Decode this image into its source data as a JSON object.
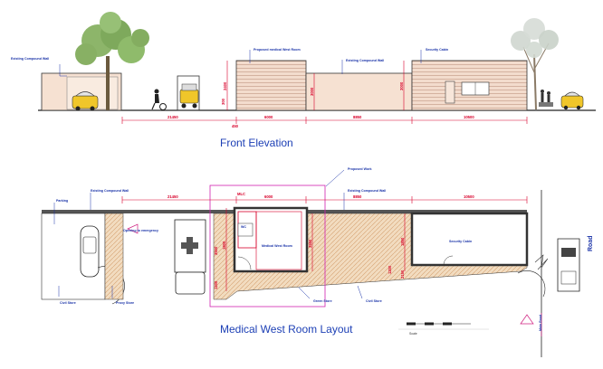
{
  "elevation": {
    "title": "Front Elevation",
    "labels": {
      "existing_compound_wall_left": "Existing Compound Wall",
      "proposed_medical_west_room": "Proposed medical West Room",
      "existing_compound_wall_mid": "Existing Compound Wall",
      "security_cabin": "Security Cabin"
    },
    "dims": {
      "d1": "21450",
      "d2": "6000",
      "d3": "8850",
      "d4": "10500",
      "d5": "450",
      "h1": "2400",
      "h2": "3000",
      "h3": "3000",
      "h4": "300"
    }
  },
  "plan": {
    "title": "Medical West Room Layout",
    "labels": {
      "parking": "Parking",
      "existing_compound_wall": "Existing Compound Wall",
      "opening_to_emergency": "Opening to emergency",
      "proposed_work": "Proposed Work",
      "existing_compound_wall_right": "Existing Compound Wall",
      "mlc": "MLC",
      "wc": "WC",
      "medical_west_room": "Medical West Room",
      "security_cabin": "Security Cabin",
      "road": "Road",
      "civil_store": "Civil Store",
      "proxy_store": "Proxy Store",
      "green_store": "Green Store",
      "civil_store_2": "Civil Store",
      "main_road": "Main Road"
    },
    "dims": {
      "d1": "21450",
      "d2": "6000",
      "d3": "8850",
      "d4": "10500",
      "v1": "3500",
      "v2": "1800",
      "v3": "1200",
      "v4": "3550",
      "v5": "2150",
      "v6": "1850",
      "v7": "1200"
    }
  },
  "scale_bar": {
    "label": "Scale"
  }
}
